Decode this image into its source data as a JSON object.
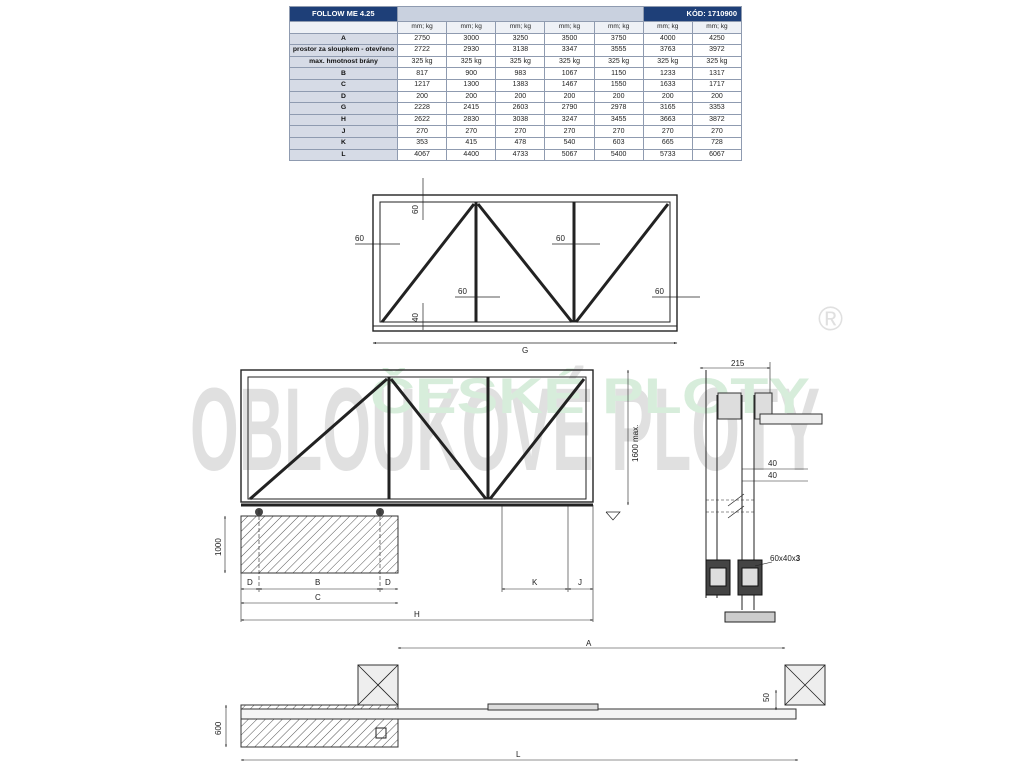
{
  "table": {
    "model": "FOLLOW ME 4.25",
    "code": "KÓD: 1710900",
    "unit_header": "mm; kg",
    "rows": [
      {
        "label": "A",
        "values": [
          "2750",
          "3000",
          "3250",
          "3500",
          "3750",
          "4000",
          "4250"
        ]
      },
      {
        "label": "prostor za sloupkem - otevřeno",
        "values": [
          "2722",
          "2930",
          "3138",
          "3347",
          "3555",
          "3763",
          "3972"
        ]
      },
      {
        "label": "max. hmotnost brány",
        "values": [
          "325 kg",
          "325 kg",
          "325 kg",
          "325 kg",
          "325 kg",
          "325 kg",
          "325 kg"
        ]
      },
      {
        "label": "B",
        "values": [
          "817",
          "900",
          "983",
          "1067",
          "1150",
          "1233",
          "1317"
        ]
      },
      {
        "label": "C",
        "values": [
          "1217",
          "1300",
          "1383",
          "1467",
          "1550",
          "1633",
          "1717"
        ]
      },
      {
        "label": "D",
        "values": [
          "200",
          "200",
          "200",
          "200",
          "200",
          "200",
          "200"
        ]
      },
      {
        "label": "G",
        "values": [
          "2228",
          "2415",
          "2603",
          "2790",
          "2978",
          "3165",
          "3353"
        ]
      },
      {
        "label": "H",
        "values": [
          "2622",
          "2830",
          "3038",
          "3247",
          "3455",
          "3663",
          "3872"
        ]
      },
      {
        "label": "J",
        "values": [
          "270",
          "270",
          "270",
          "270",
          "270",
          "270",
          "270"
        ]
      },
      {
        "label": "K",
        "values": [
          "353",
          "415",
          "478",
          "540",
          "603",
          "665",
          "728"
        ]
      },
      {
        "label": "L",
        "values": [
          "4067",
          "4400",
          "4733",
          "5067",
          "5400",
          "5733",
          "6067"
        ]
      }
    ]
  },
  "watermark": {
    "brand": "OBLOUKOVÉ PLOTY",
    "sub": "ČESKÉ PLOTY",
    "reg": "®",
    "colors": {
      "blue": "#b9d7ea",
      "green": "#b8e0bf",
      "grey": "#c8c8c8"
    }
  },
  "drawing": {
    "frame_labels": {
      "top": "60",
      "left": "60",
      "bottom": "40",
      "mid_left": "60",
      "mid_right": "60",
      "right": "60",
      "width": "G"
    },
    "elevation_labels": {
      "height": "1600 max.",
      "foundation": "1000",
      "D1": "D",
      "B": "B",
      "D2": "D",
      "C": "C",
      "H": "H",
      "K": "K",
      "J": "J"
    },
    "side_labels": {
      "width": "215",
      "d1": "40",
      "d2": "40",
      "profile_main": "60x40x",
      "profile_bold": "3"
    },
    "plan_labels": {
      "A": "A",
      "L": "L",
      "depth": "600",
      "gap": "50"
    }
  }
}
